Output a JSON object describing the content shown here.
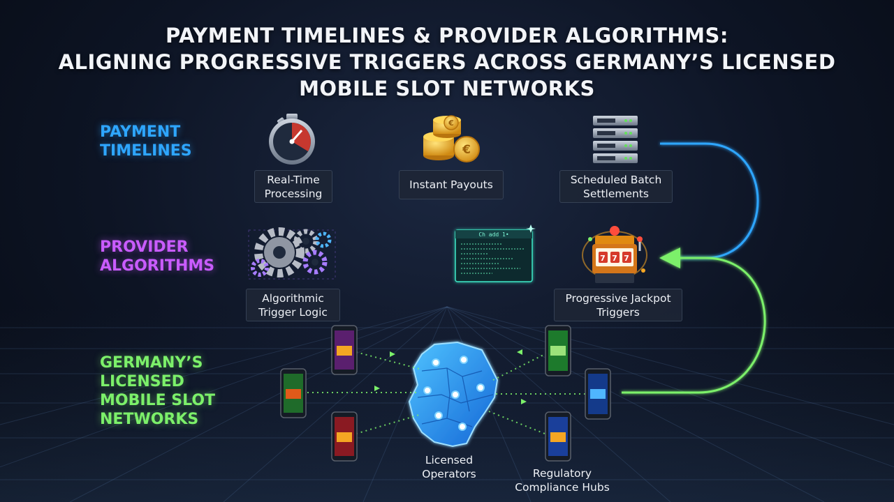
{
  "title": {
    "line1": "PAYMENT TIMELINES & PROVIDER ALGORITHMS:",
    "line2": "ALIGNING PROGRESSIVE TRIGGERS ACROSS GERMANY’S LICENSED",
    "line3": "MOBILE SLOT NETWORKS"
  },
  "rows": {
    "payment": {
      "line1": "PAYMENT",
      "line2": "TIMELINES",
      "color": "#2ea6ff"
    },
    "provider": {
      "line1": "PROVIDER",
      "line2": "ALGORITHMS",
      "color": "#c95cff"
    },
    "networks": {
      "line1": "GERMANY’S",
      "line2": "LICENSED",
      "line3": "MOBILE SLOT",
      "line4": "NETWORKS",
      "color": "#7cf06a"
    }
  },
  "nodes": {
    "realtime": {
      "line1": "Real-Time",
      "line2": "Processing",
      "icon": "stopwatch-icon"
    },
    "instant": {
      "line1": "Instant Payouts",
      "icon": "coins-icon"
    },
    "batch": {
      "line1": "Scheduled Batch",
      "line2": "Settlements",
      "icon": "server-icon"
    },
    "algo": {
      "line1": "Algorithmic",
      "line2": "Trigger Logic",
      "icon": "gears-icon"
    },
    "jackpot": {
      "line1": "Progressive Jackpot",
      "line2": "Triggers",
      "icon": "slot-machine-icon"
    },
    "operators": {
      "line1": "Licensed",
      "line2": "Operators",
      "icon": "germany-map-icon"
    },
    "hubs": {
      "line1": "Regulatory",
      "line2": "Compliance Hubs"
    }
  },
  "code_window": {
    "header": "Ch add 1•"
  },
  "colors": {
    "blue": "#2ea6ff",
    "purple": "#c95cff",
    "green": "#7cf06a",
    "accent_orange": "#f5a623"
  }
}
